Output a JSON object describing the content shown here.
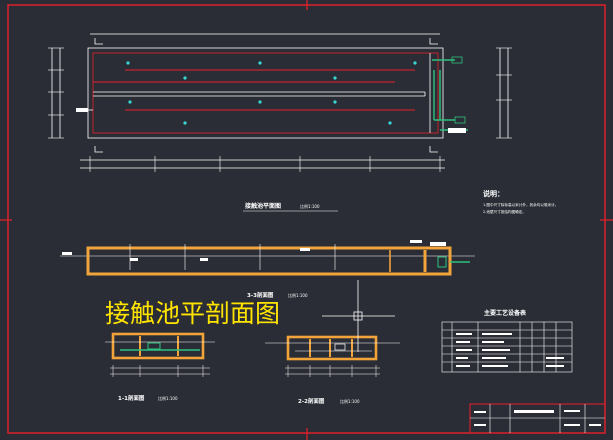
{
  "drawing": {
    "overlay_title": "接触池平剖面图",
    "plan_title": "接触池平面图",
    "plan_scale": "比例1:100",
    "section_long_title": "3-3剖面图",
    "section_long_scale": "比例1:100",
    "section_1_title": "1-1剖面图",
    "section_1_scale": "比例1:100",
    "section_2_title": "2-2剖面图",
    "section_2_scale": "比例1:100",
    "notes_title": "说明：",
    "notes_lines": [
      "1.图中尺寸除标高以米计外，其余均以毫米计。",
      "2.池壁尺寸按结构图确定。"
    ],
    "equipment_table_title": "主要工艺设备表"
  },
  "colors": {
    "background": "#2a2d35",
    "frame": "#e8202a",
    "lines": "#ffffff",
    "wall_fill": "#f2a33a",
    "pipe": "#2ec27e",
    "accent_cyan": "#38d6d6",
    "overlay_text": "#ffe400"
  }
}
